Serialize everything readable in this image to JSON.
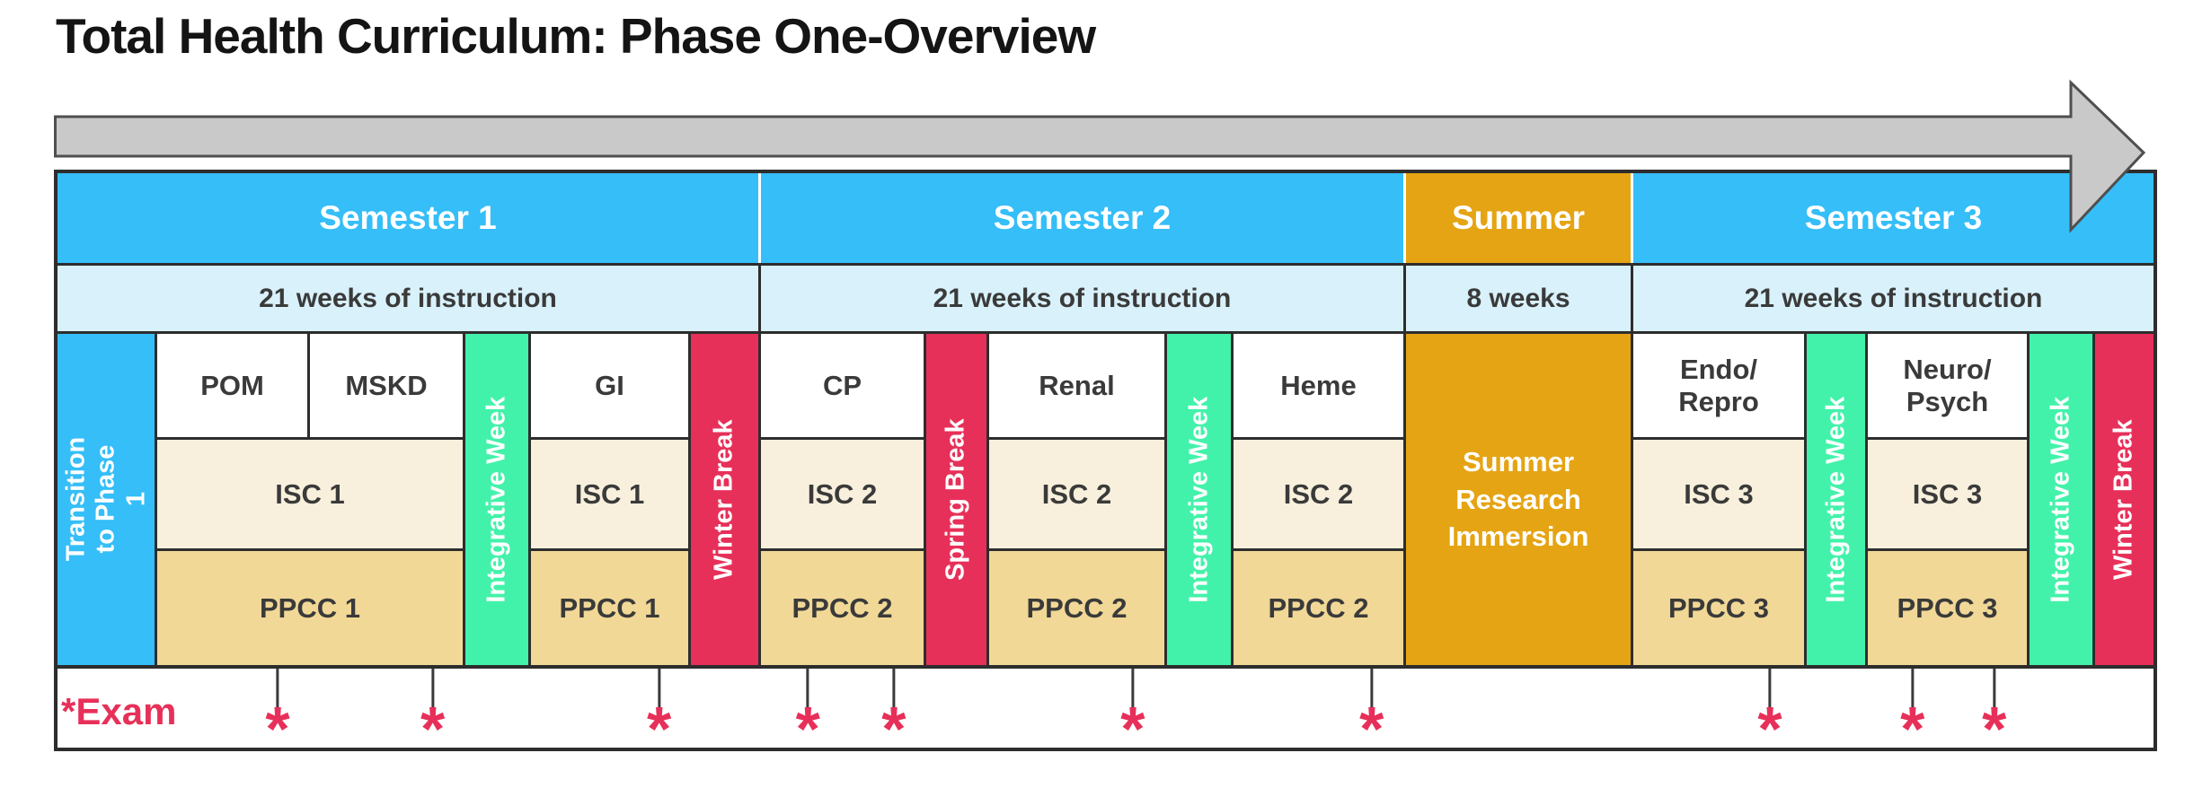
{
  "title": "Total Health Curriculum: Phase One-Overview",
  "header": {
    "semesters": [
      {
        "name": "Semester 1",
        "duration": "21 weeks of instruction"
      },
      {
        "name": "Semester 2",
        "duration": "21 weeks of instruction"
      },
      {
        "name": "Summer",
        "duration": "8 weeks"
      },
      {
        "name": "Semester 3",
        "duration": "21 weeks of instruction"
      }
    ]
  },
  "blocks": {
    "transition": "Transition\nto Phase 1",
    "integrative_week": "Integrative Week",
    "winter_break": "Winter Break",
    "spring_break": "Spring Break",
    "summer_immersion": "Summer\nResearch\nImmersion",
    "courses": {
      "pom": "POM",
      "mskd": "MSKD",
      "gi": "GI",
      "cp": "CP",
      "renal": "Renal",
      "heme": "Heme",
      "endo_repro": "Endo/\nRepro",
      "neuro_psych": "Neuro/\nPsych"
    },
    "isc1": "ISC 1",
    "isc2": "ISC 2",
    "isc3": "ISC 3",
    "ppcc1": "PPCC 1",
    "ppcc2": "PPCC 2",
    "ppcc3": "PPCC 3"
  },
  "exam": {
    "star": "*",
    "label": "Exam",
    "marker_glyph": "*",
    "marker_positions_pct": [
      10.5,
      17.9,
      28.7,
      35.8,
      39.9,
      51.3,
      62.7,
      81.7,
      88.5,
      92.4
    ]
  },
  "colors": {
    "semester_blue": "#35BEF8",
    "weeks_light_blue": "#D9F1FB",
    "summer_orange": "#E5A413",
    "isc_cream": "#F8F0DC",
    "ppcc_tan": "#F1D896",
    "integrative_green": "#42F2AA",
    "break_red": "#E73059",
    "exam_pink": "#E73059",
    "border_dark": "#2d2d2d",
    "arrow_gray": "#c9c9c9"
  }
}
